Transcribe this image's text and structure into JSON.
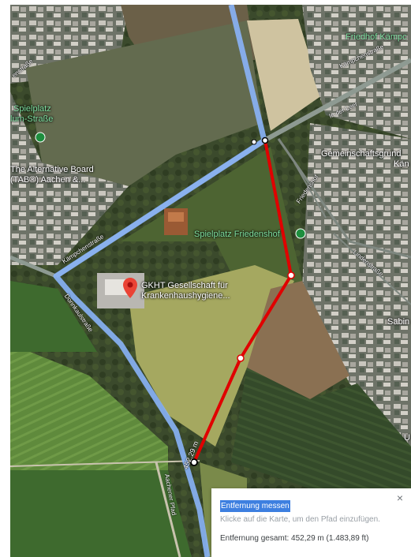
{
  "map": {
    "labels": {
      "friedhof": "Friedhof Kämpc",
      "kaempchenstrasse_ne": "Kämpchenstraße",
      "enstrasse": "enstraße",
      "spielplatz_1": "Spielplatz",
      "spielplatz_2": "lum-Straße",
      "alternative_board_1": "The Alternative Board",
      "alternative_board_2": "(TAB®) Aachen &...",
      "in_der_lee": "In der Leer",
      "gemeinschaft_1": "Gemeinschaftsgrund",
      "gemeinschaft_2": "Kän",
      "friedenshof_street": "Friedenshof",
      "spielplatz_friedenshof": "Spielplatz Friedenshof",
      "kaempchenstrasse_w": "Kämpchenstraße",
      "lindenstrasse": "Lindenstraße",
      "gkht_1": "GKHT Gesellschaft für",
      "gkht_2": "Krankenhaushygiene...",
      "donnkaulstrasse": "Donnkaulstraße",
      "sabin": "Sabin",
      "u_edge": "U",
      "aachener_pfad": "Aachener Pfad",
      "measure_label": "452,29 m"
    },
    "colors": {
      "measure_line": "#e00000",
      "route": "#8ab4f8",
      "road": "#8a8a8a",
      "pin": "#ea4335"
    }
  },
  "panel": {
    "title": "Entfernung messen",
    "hint": "Klicke auf die Karte, um den Pfad einzufügen.",
    "total": "Entfernung gesamt: 452,29 m (1.483,89 ft)",
    "close": "×"
  }
}
